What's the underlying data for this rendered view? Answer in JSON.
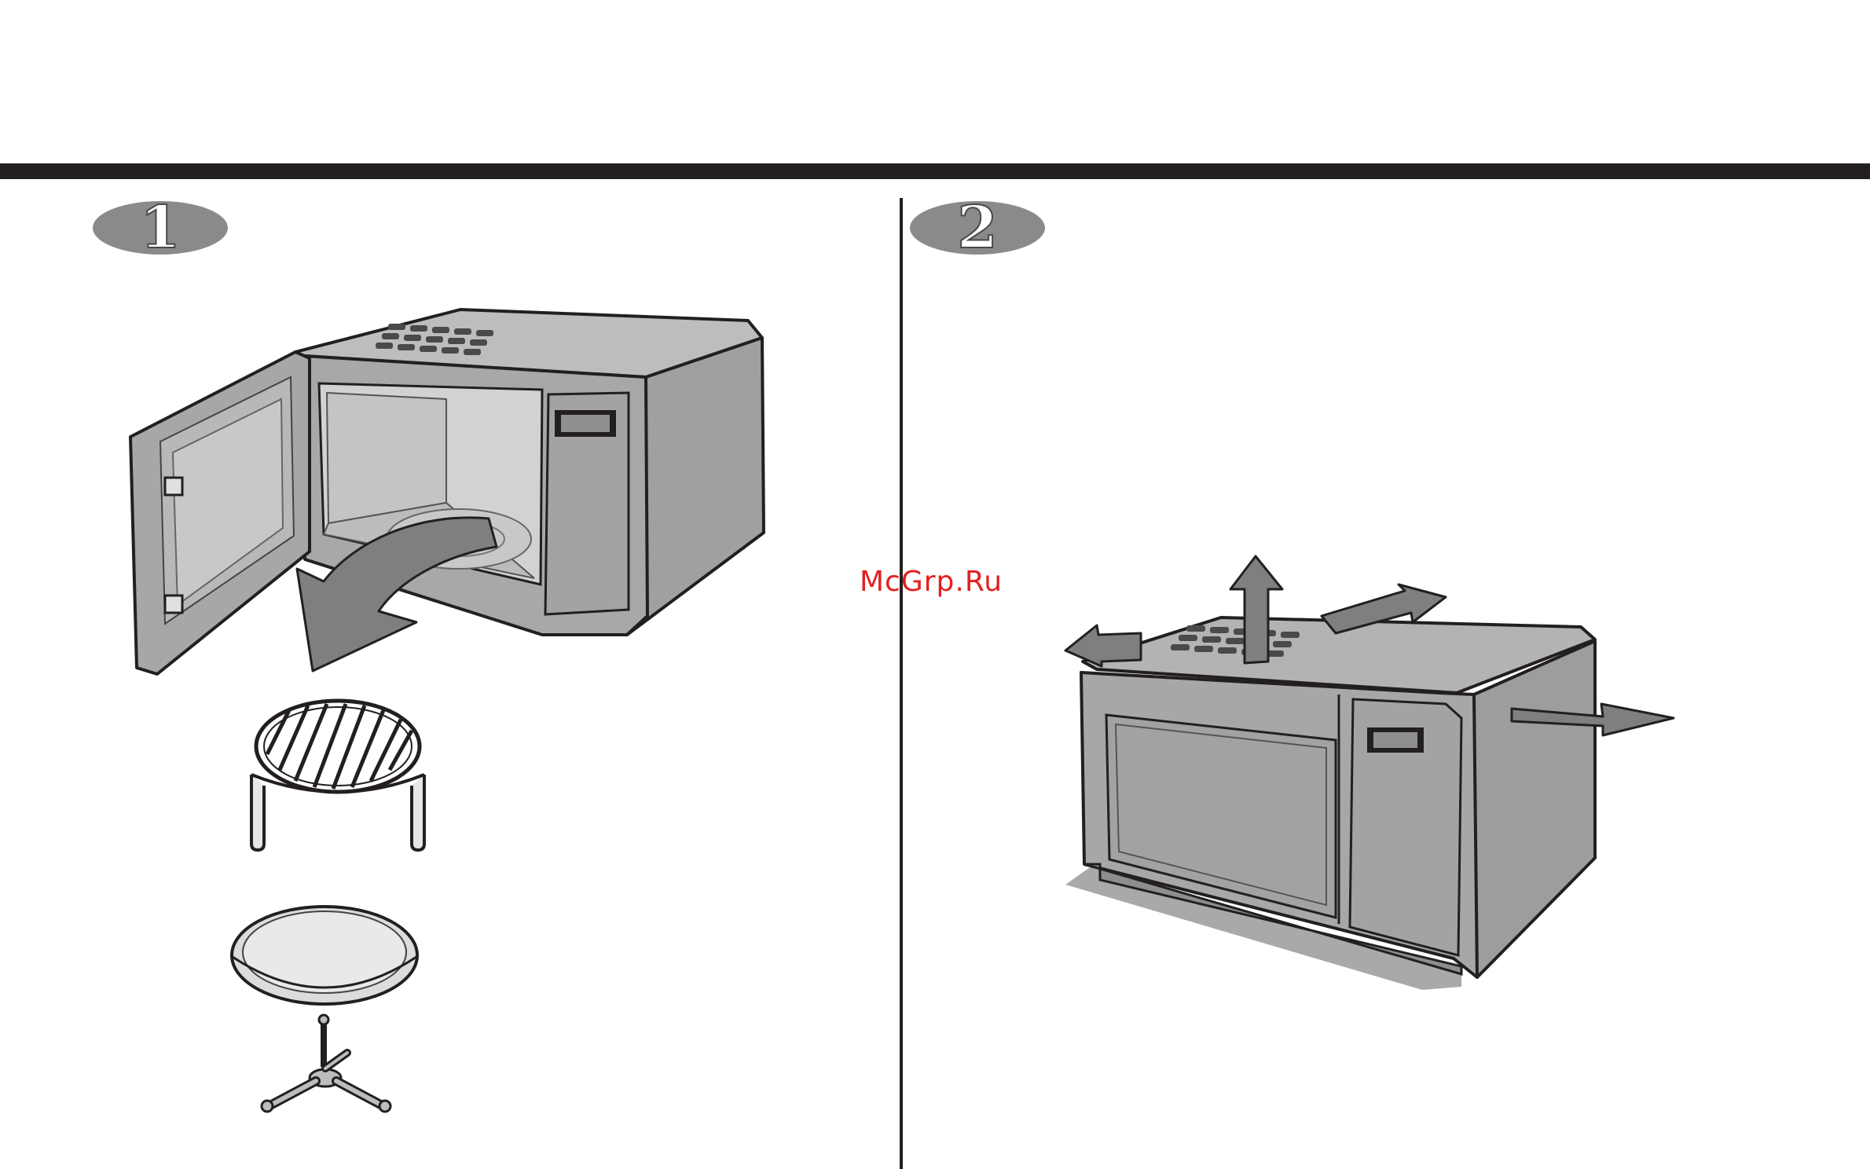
{
  "watermark": "McGrp.Ru",
  "steps": [
    {
      "number": "1"
    },
    {
      "number": "2"
    }
  ],
  "colors": {
    "ink": "#231f20",
    "body_gray": "#a7a7a7",
    "light_gray": "#cfcfcf",
    "arrow_gray": "#7f7f7f",
    "badge_gray": "#8a8a8a",
    "watermark_red": "#e32020"
  },
  "icons": {
    "step1": "microwave-open-door-illustration",
    "rack": "wire-rack-icon",
    "tray": "glass-turntable-tray-icon",
    "roller": "roller-ring-icon",
    "step2": "microwave-ventilation-illustration"
  }
}
